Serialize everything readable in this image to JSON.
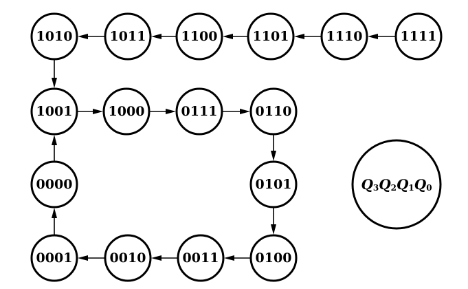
{
  "states": [
    {
      "id": "s1111",
      "label": "1111"
    },
    {
      "id": "s1110",
      "label": "1110"
    },
    {
      "id": "s1101",
      "label": "1101"
    },
    {
      "id": "s1100",
      "label": "1100"
    },
    {
      "id": "s1011",
      "label": "1011"
    },
    {
      "id": "s1010",
      "label": "1010"
    },
    {
      "id": "s1001",
      "label": "1001"
    },
    {
      "id": "s1000",
      "label": "1000"
    },
    {
      "id": "s0111",
      "label": "0111"
    },
    {
      "id": "s0110",
      "label": "0110"
    },
    {
      "id": "s0101",
      "label": "0101"
    },
    {
      "id": "s0100",
      "label": "0100"
    },
    {
      "id": "s0011",
      "label": "0011"
    },
    {
      "id": "s0010",
      "label": "0010"
    },
    {
      "id": "s0001",
      "label": "0001"
    },
    {
      "id": "s0000",
      "label": "0000"
    }
  ],
  "transitions": [
    {
      "from": "s1111",
      "to": "s1110"
    },
    {
      "from": "s1110",
      "to": "s1101"
    },
    {
      "from": "s1101",
      "to": "s1100"
    },
    {
      "from": "s1100",
      "to": "s1011"
    },
    {
      "from": "s1011",
      "to": "s1010"
    },
    {
      "from": "s1010",
      "to": "s1001"
    },
    {
      "from": "s1001",
      "to": "s1000"
    },
    {
      "from": "s1000",
      "to": "s0111"
    },
    {
      "from": "s0111",
      "to": "s0110"
    },
    {
      "from": "s0110",
      "to": "s0101"
    },
    {
      "from": "s0101",
      "to": "s0100"
    },
    {
      "from": "s0100",
      "to": "s0011"
    },
    {
      "from": "s0011",
      "to": "s0010"
    },
    {
      "from": "s0010",
      "to": "s0001"
    },
    {
      "from": "s0001",
      "to": "s0000"
    },
    {
      "from": "s0000",
      "to": "s1001"
    }
  ],
  "legend": {
    "parts": [
      {
        "letter": "Q",
        "sub": "3"
      },
      {
        "letter": "Q",
        "sub": "2"
      },
      {
        "letter": "Q",
        "sub": "1"
      },
      {
        "letter": "Q",
        "sub": "0"
      }
    ]
  }
}
